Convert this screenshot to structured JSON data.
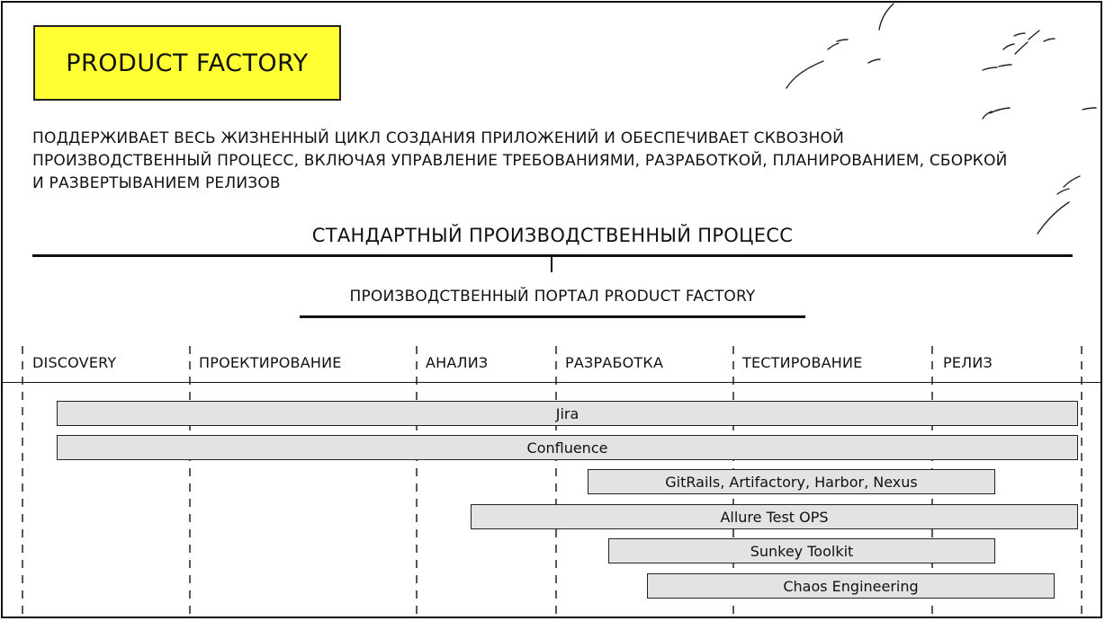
{
  "header": {
    "title": "PRODUCT FACTORY",
    "description_lines": [
      "ПОДДЕРЖИВАЕТ ВЕСЬ ЖИЗНЕННЫЙ ЦИКЛ СОЗДАНИЯ ПРИЛОЖЕНИЙ И ОБЕСПЕЧИВАЕТ СКВОЗНОЙ",
      "ПРОИЗВОДСТВЕННЫЙ ПРОЦЕСС, ВКЛЮЧАЯ УПРАВЛЕНИЕ ТРЕБОВАНИЯМИ, РАЗРАБОТКОЙ, ПЛАНИРОВАНИЕМ, СБОРКОЙ",
      "И РАЗВЕРТЫВАНИЕМ РЕЛИЗОВ"
    ]
  },
  "process": {
    "title": "СТАНДАРТНЫЙ ПРОИЗВОДСТВЕННЫЙ ПРОЦЕСС",
    "portal": "ПРОИЗВОДСТВЕННЫЙ ПОРТАЛ PRODUCT FACTORY"
  },
  "phases": [
    "DISCOVERY",
    "ПРОЕКТИРОВАНИЕ",
    "АНАЛИЗ",
    "РАЗРАБОТКА",
    "ТЕСТИРОВАНИЕ",
    "РЕЛИЗ"
  ],
  "tools": [
    "Jira",
    "Confluence",
    "GitRails, Artifactory, Harbor, Nexus",
    "Allure Test OPS",
    "Sunkey Toolkit",
    "Chaos Engineering"
  ],
  "colors": {
    "title_box": "#ffff33",
    "tool_bar": "#e3e3e3",
    "ink": "#111111"
  }
}
